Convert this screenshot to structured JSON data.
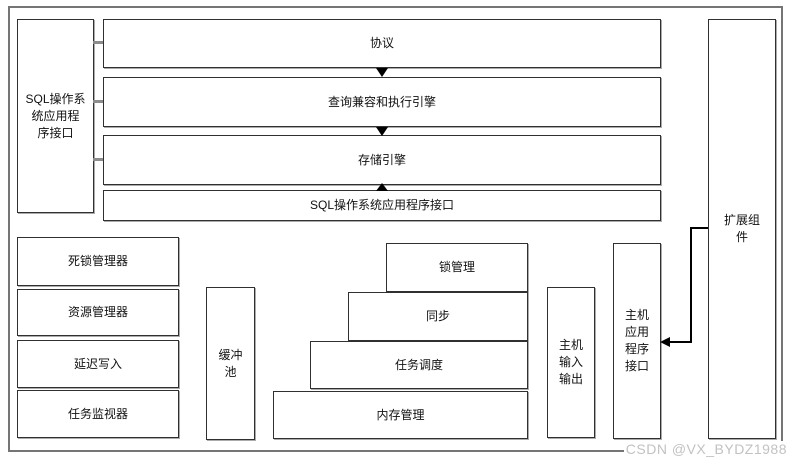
{
  "diagram": {
    "left_panel": {
      "label": "SQL操作系\n统应用程\n序接口"
    },
    "top_stack": [
      {
        "label": "协议"
      },
      {
        "label": "查询兼容和执行引擎"
      },
      {
        "label": "存储引擎"
      },
      {
        "label": "SQL操作系统应用程序接口"
      }
    ],
    "side_stack": [
      {
        "label": "死锁管理器"
      },
      {
        "label": "资源管理器"
      },
      {
        "label": "延迟写入"
      },
      {
        "label": "任务监视器"
      }
    ],
    "buffer_pool": {
      "label": "缓冲\n池"
    },
    "kernel_stack": [
      {
        "label": "锁管理"
      },
      {
        "label": "同步"
      },
      {
        "label": "任务调度"
      },
      {
        "label": "内存管理"
      }
    ],
    "host_io": {
      "label": "主机\n输入\n输出"
    },
    "host_api": {
      "label": "主机\n应用\n程序\n接口"
    },
    "extension": {
      "label": "扩展组\n件"
    }
  },
  "watermark": "CSDN @VX_BYDZ1988",
  "colors": {
    "background": "#ffffff",
    "box_border": "#303030",
    "box_shadow": "#ababab",
    "frame_border": "#757575",
    "connector": "#8c8c8c",
    "arrow": "#000000",
    "text": "#111111",
    "watermark": "#c2c2c2"
  }
}
